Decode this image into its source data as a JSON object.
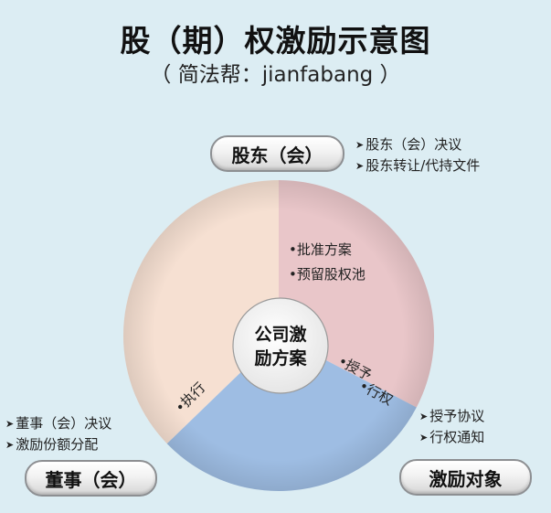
{
  "header": {
    "title": "股（期）权激励示意图",
    "subtitle": "（ 简法帮：jianfabang ）"
  },
  "colors": {
    "background": "#dcedf3",
    "segment_shareholders": "#e9c6c9",
    "segment_board": "#f6e0d2",
    "segment_recipients": "#9ebde3",
    "center_circle": "#f4f4f4"
  },
  "center": {
    "line1": "公司激",
    "line2": "励方案"
  },
  "segments": {
    "shareholders": {
      "items": [
        "•批准方案",
        "•预留股权池"
      ]
    },
    "recipients": {
      "items": [
        "•授予",
        "•行权"
      ]
    },
    "board": {
      "items": [
        "•执行"
      ]
    }
  },
  "nodes": {
    "shareholders": {
      "label": "股东（会）",
      "bullet_icon": "arrowhead-bullet-icon",
      "bullets": [
        "股东（会）决议",
        "股东转让/代持文件"
      ]
    },
    "board": {
      "label": "董事（会）",
      "bullet_icon": "arrowhead-bullet-icon",
      "bullets": [
        "董事（会）决议",
        "激励份额分配"
      ]
    },
    "recipients": {
      "label": "激励对象",
      "bullet_icon": "arrowhead-bullet-icon",
      "bullets": [
        "授予协议",
        "行权通知"
      ]
    }
  }
}
